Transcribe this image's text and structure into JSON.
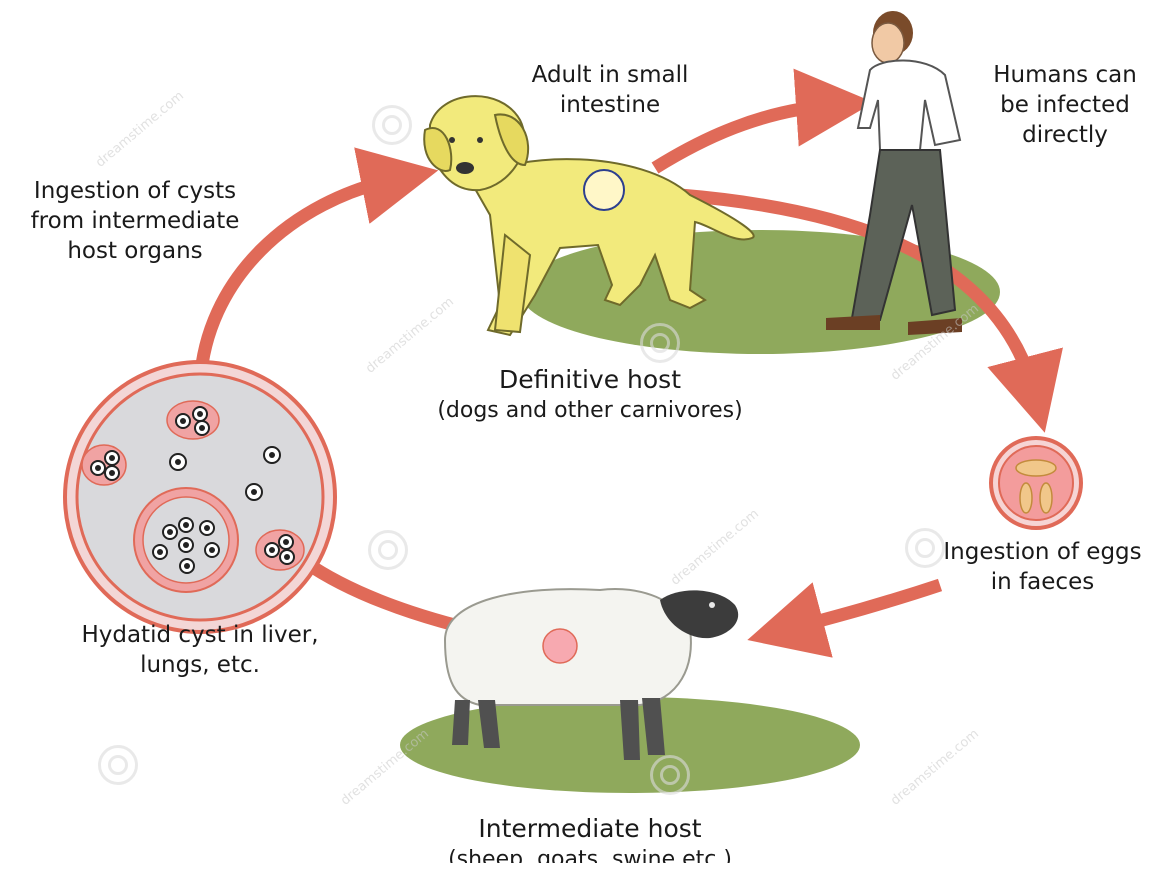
{
  "diagram": {
    "title": "",
    "labels": {
      "adult_in_intestine": [
        "Adult in small",
        "intestine"
      ],
      "humans_infected": [
        "Humans can",
        "be infected",
        "directly"
      ],
      "ingestion_cysts": [
        "Ingestion of cysts",
        "from intermediate",
        "host organs"
      ],
      "definitive_host": [
        "Definitive host",
        "(dogs and other carnivores)"
      ],
      "ingestion_eggs": [
        "Ingestion of eggs",
        "in faeces"
      ],
      "hydatid_cyst": [
        "Hydatid cyst in liver,",
        "lungs, etc."
      ],
      "intermediate_host": [
        "Intermediate host",
        "(sheep, goats, swine etc.)"
      ]
    },
    "watermark": "dreamstime.com",
    "colors": {
      "arrow": "#e06a58",
      "dog": "#f2ea7c",
      "grass": "#8fa95c",
      "cyst_fill": "#d9d9dc",
      "cyst_ring": "#e06a58",
      "pink": "#f0a3a3"
    },
    "icons": [
      "dog-icon",
      "human-icon",
      "sheep-icon",
      "egg-icon",
      "hydatid-cyst-icon"
    ]
  }
}
